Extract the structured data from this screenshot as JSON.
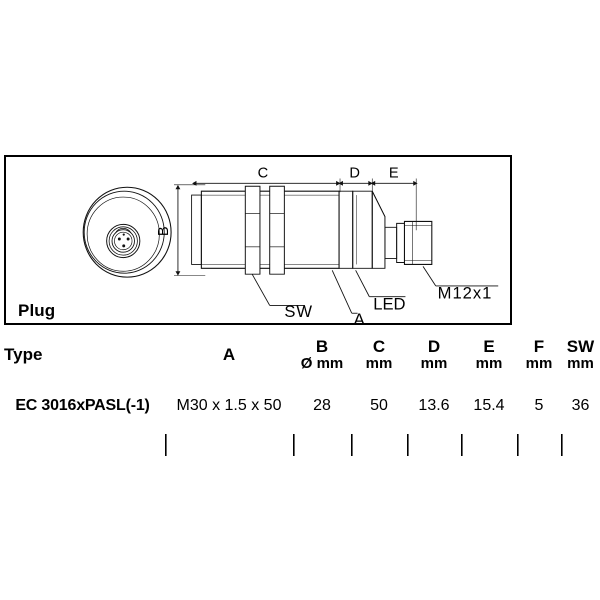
{
  "panel": {
    "caption": "Plug",
    "drawing": {
      "dimension_labels": [
        "B",
        "C",
        "D",
        "E"
      ],
      "callouts": [
        "SW",
        "A",
        "LED",
        "M12x1"
      ],
      "icon_names": [
        "sensor-front-view-icon",
        "sensor-side-view-icon",
        "m12-connector-icon"
      ]
    }
  },
  "table": {
    "headers": [
      {
        "main": "Type",
        "unit": ""
      },
      {
        "main": "A",
        "unit": ""
      },
      {
        "main": "B",
        "unit": "Ø mm"
      },
      {
        "main": "C",
        "unit": "mm"
      },
      {
        "main": "D",
        "unit": "mm"
      },
      {
        "main": "E",
        "unit": "mm"
      },
      {
        "main": "F",
        "unit": "mm"
      },
      {
        "main": "SW",
        "unit": "mm"
      }
    ],
    "rows": [
      {
        "type": "EC 3016xPASL(-1)",
        "a": "M30 x 1.5 x 50",
        "b": "28",
        "c": "50",
        "d": "13.6",
        "e": "15.4",
        "f": "5",
        "sw": "36"
      }
    ]
  },
  "colors": {
    "line": "#000000",
    "background": "#ffffff",
    "drawing_stroke": "#1a1a1a"
  }
}
